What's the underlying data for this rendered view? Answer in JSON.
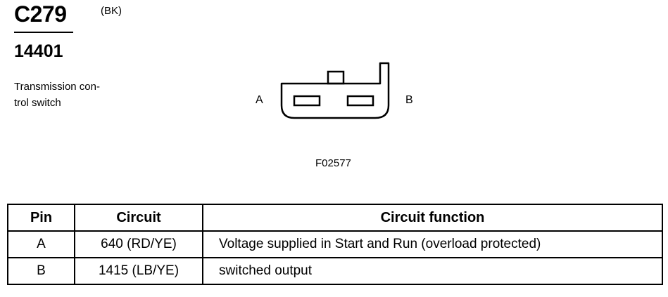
{
  "header": {
    "connector_id": "C279",
    "color_code": "(BK)",
    "part_number": "14401",
    "description_lines": [
      "Transmission con-",
      "trol switch"
    ]
  },
  "diagram": {
    "pin_labels": [
      "A",
      "B"
    ],
    "figure_id": "F02577"
  },
  "table": {
    "headers": [
      "Pin",
      "Circuit",
      "Circuit function"
    ],
    "rows": [
      {
        "pin": "A",
        "circuit": "640 (RD/YE)",
        "function": "Voltage supplied in Start and Run (overload protected)"
      },
      {
        "pin": "B",
        "circuit": "1415 (LB/YE)",
        "function": "switched output"
      }
    ]
  }
}
